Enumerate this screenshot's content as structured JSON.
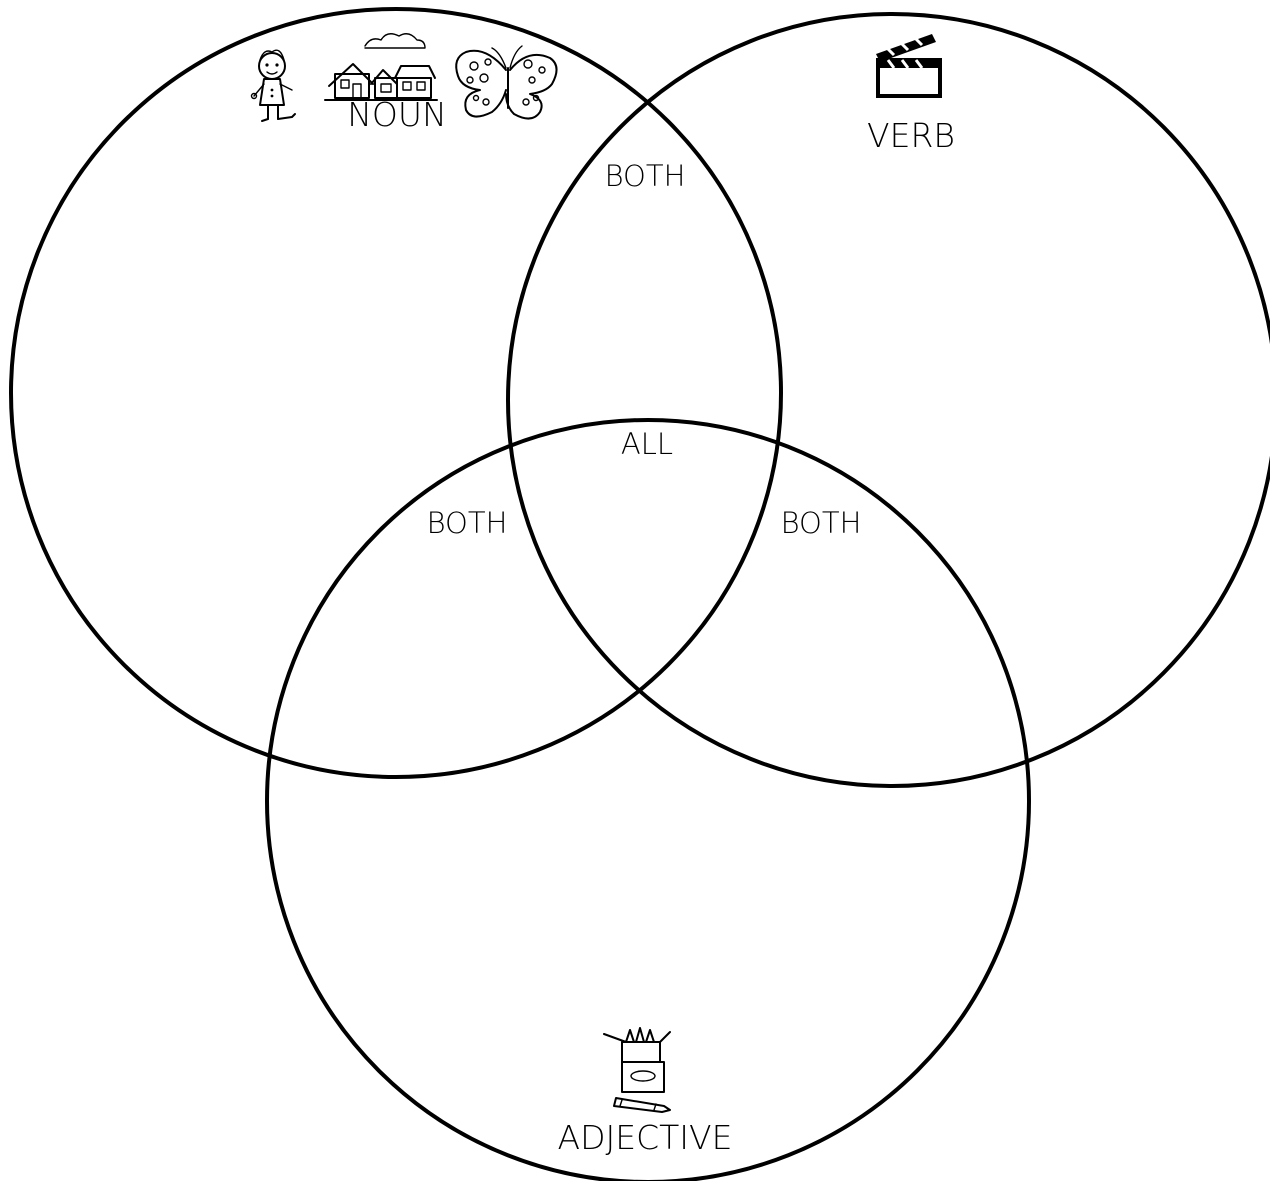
{
  "sets": {
    "noun": "NOUN",
    "verb": "VERB",
    "adjective": "ADJECTIVE"
  },
  "regions": {
    "noun_verb": "BOTH",
    "noun_adjective": "BOTH",
    "verb_adjective": "BOTH",
    "center": "ALL"
  },
  "icons": {
    "noun": [
      "child-drawing-icon",
      "houses-icon",
      "butterfly-icon"
    ],
    "verb": "clapperboard-icon",
    "adjective": "crayon-box-icon"
  }
}
